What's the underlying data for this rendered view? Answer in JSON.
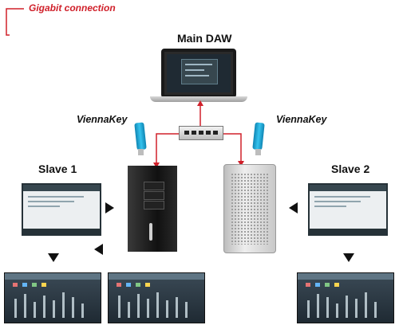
{
  "legend": {
    "text": "Gigabit connection",
    "color": "#d0202a",
    "icon": "red-connector-line"
  },
  "nodes": {
    "main": {
      "label": "Main DAW",
      "icon": "laptop-icon"
    },
    "slave1": {
      "label": "Slave 1",
      "icon": "tower-pc-icon"
    },
    "slave2": {
      "label": "Slave 2",
      "icon": "mac-pro-icon"
    },
    "switch": {
      "icon": "network-switch-icon"
    }
  },
  "keys": {
    "left_label": "ViennaKey",
    "right_label": "ViennaKey",
    "icon": "usb-key-icon",
    "color": "#1ca7d8"
  },
  "colors": {
    "connection": "#d0202a",
    "arrow": "#111111"
  }
}
